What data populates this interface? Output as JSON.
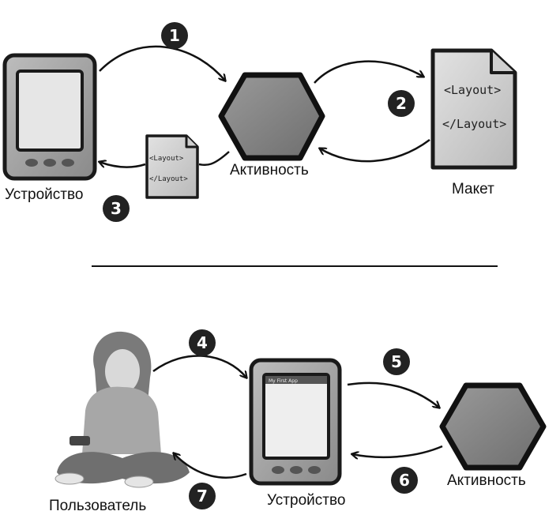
{
  "top": {
    "steps": [
      "1",
      "2",
      "3"
    ],
    "labels": {
      "device": "Устройство",
      "activity": "Активность",
      "layout": "Макет"
    },
    "layout_doc": {
      "open_tag": "<Layout>",
      "close_tag": "</Layout>"
    },
    "small_doc": {
      "open_tag": "<Layout>",
      "close_tag": "</Layout>"
    }
  },
  "bottom": {
    "steps": [
      "4",
      "5",
      "6",
      "7"
    ],
    "labels": {
      "user": "Пользователь",
      "device": "Устройство",
      "activity": "Активность"
    },
    "screen_title": "My First App"
  }
}
